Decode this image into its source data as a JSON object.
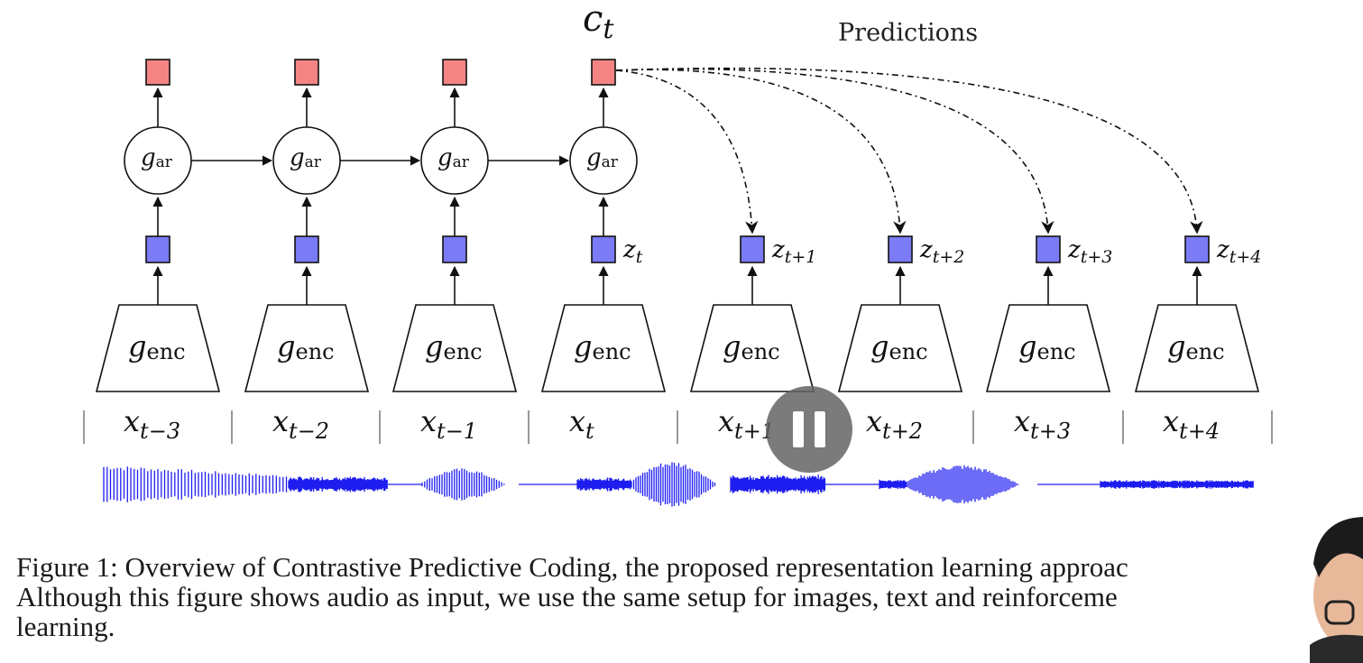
{
  "figure": {
    "context_label": "c",
    "context_sub": "t",
    "predictions_label": "Predictions",
    "gar_main": "g",
    "gar_sub": "ar",
    "genc_main": "g",
    "genc_sub": "enc",
    "timesteps": [
      {
        "x_sub": "t−3",
        "z_label": ""
      },
      {
        "x_sub": "t−2",
        "z_label": ""
      },
      {
        "x_sub": "t−1",
        "z_label": ""
      },
      {
        "x_sub": "t",
        "z_label": "t"
      },
      {
        "x_sub": "t+1",
        "z_label": "t+1"
      },
      {
        "x_sub": "t+2",
        "z_label": "t+2"
      },
      {
        "x_sub": "t+3",
        "z_label": "t+3"
      },
      {
        "x_sub": "t+4",
        "z_label": "t+4"
      }
    ],
    "colors": {
      "context_fill": "#f48484",
      "latent_fill": "#7b7bf6",
      "waveform": "#1d1df0"
    }
  },
  "caption": "Figure 1: Overview of Contrastive Predictive Coding, the proposed representation learning approac\nAlthough this figure shows audio as input, we use the same setup for images, text and reinforceme\nlearning.",
  "player": {
    "pause_icon": "pause-icon"
  }
}
